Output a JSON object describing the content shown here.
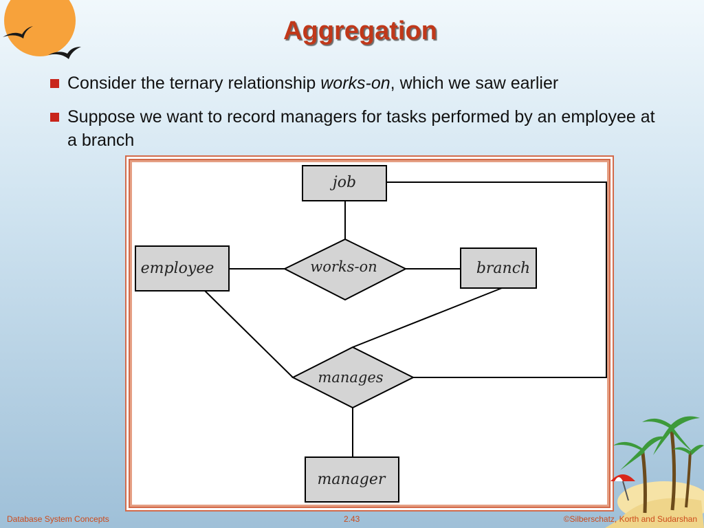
{
  "slide": {
    "title": "Aggregation",
    "bullets": [
      {
        "prefix": "Consider the ternary relationship ",
        "emphasis": "works-on",
        "suffix": ", which we saw earlier"
      },
      {
        "text": "Suppose we want to record managers for tasks performed by an employee at a branch"
      }
    ]
  },
  "diagram": {
    "entities": {
      "job": "job",
      "employee": "employee",
      "branch": "branch",
      "manager": "manager"
    },
    "relationships": {
      "works_on": "works-on",
      "manages": "manages"
    }
  },
  "footer": {
    "left": "Database System Concepts",
    "center": "2.43",
    "right": "©Silberschatz, Korth and Sudarshan"
  },
  "colors": {
    "title": "#c0381a",
    "bullet": "#c8251b",
    "entity_fill": "#d4d4d4",
    "frame": "#d26a4a"
  }
}
